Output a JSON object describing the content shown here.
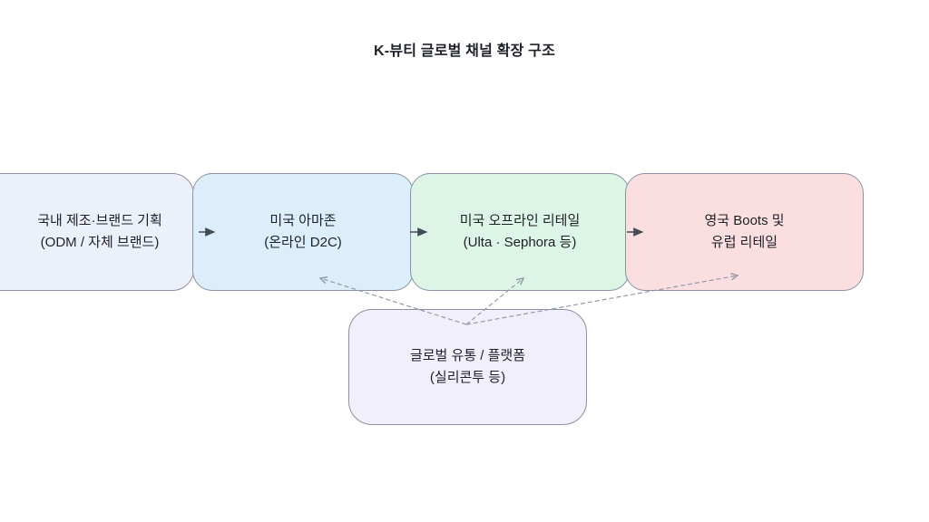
{
  "title": "K-뷰티 글로벌 채널 확장 구조",
  "nodes": [
    {
      "id": "domestic",
      "line1": "국내 제조·브랜드 기획",
      "line2": "(ODM / 자체 브랜드)",
      "fill": "#ecf0fa"
    },
    {
      "id": "amazon",
      "line1": "미국 아마존",
      "line2": "(온라인 D2C)",
      "fill": "#dceefb"
    },
    {
      "id": "us-retail",
      "line1": "미국 오프라인 리테일",
      "line2": "(Ulta · Sephora 등)",
      "fill": "#dcf5e6"
    },
    {
      "id": "uk-europe",
      "line1": "영국 Boots 및",
      "line2": "유럽 리테일",
      "fill": "#fbdee0"
    }
  ],
  "hub": {
    "line1": "글로벌 유통 / 플랫폼",
    "line2": "(실리콘투 등)",
    "fill": "#f1effc"
  },
  "colors": {
    "background": "#ffffff",
    "border": "#8a91a2",
    "text": "#1d2127",
    "solid_arrow": "#454b54",
    "dashed_arrow": "#939aa8"
  }
}
